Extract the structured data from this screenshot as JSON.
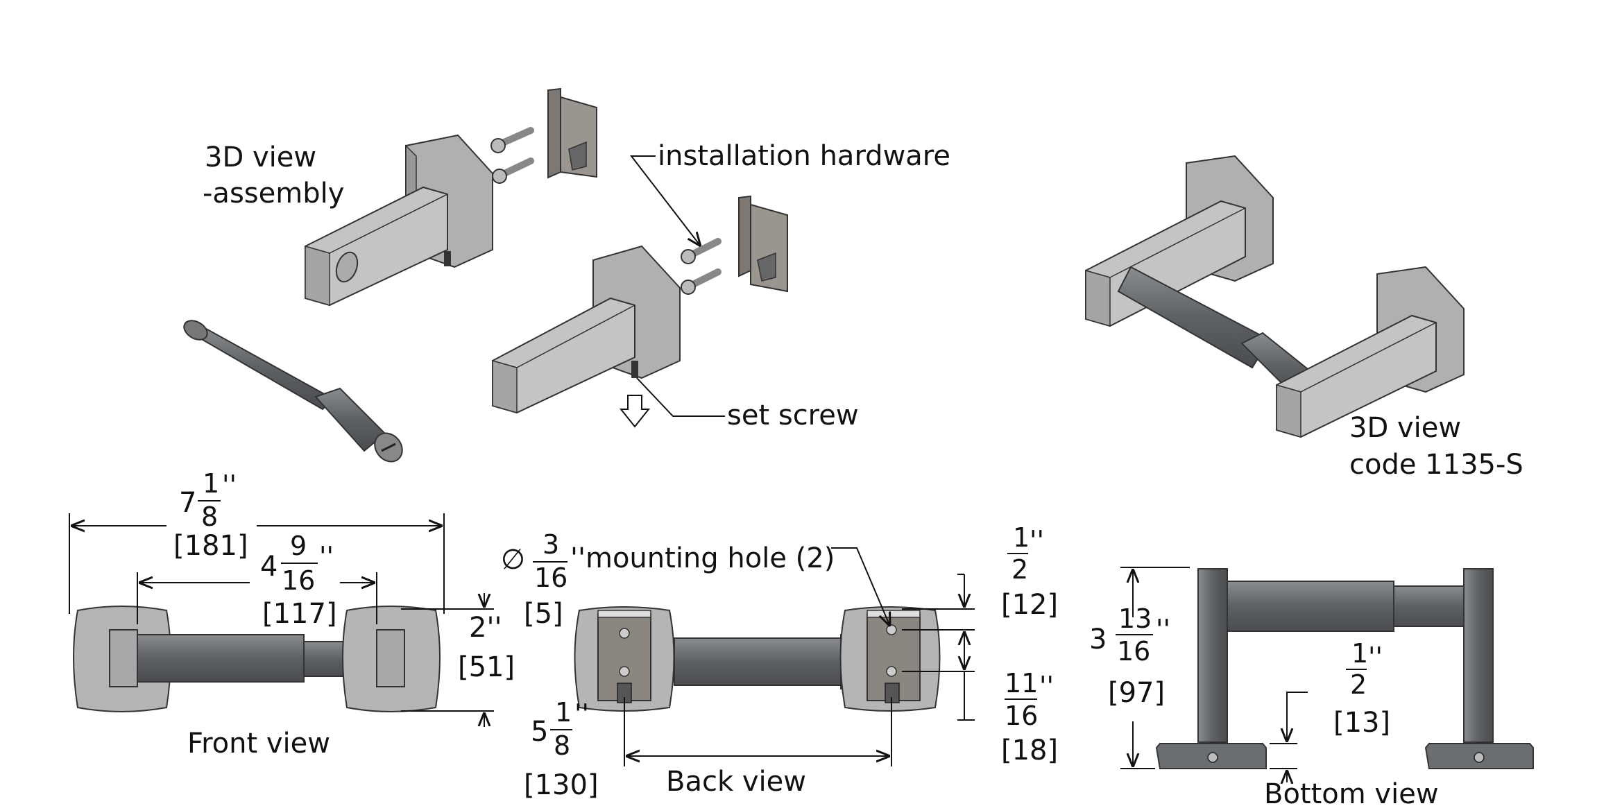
{
  "labels": {
    "assembly": "3D view",
    "assembly_sub": "-assembly",
    "installation_hardware": "installation hardware",
    "set_screw": "set screw",
    "view3d": "3D view",
    "code": "code 1135-S",
    "front_view": "Front view",
    "back_view": "Back view",
    "bottom_view": "Bottom view",
    "mounting_hole": "''mounting hole (2)",
    "diameter_symbol": "∅"
  },
  "dims": {
    "overall_whole": "7",
    "overall_num": "1",
    "overall_den": "8",
    "overall_mm": "[181]",
    "inner_whole": "4",
    "inner_num": "9",
    "inner_den": "16",
    "inner_mm": "[117]",
    "height_in": "2''",
    "height_mm": "[51]",
    "hole_num": "3",
    "hole_den": "16",
    "hole_mm": "[5]",
    "back_whole": "5",
    "back_num": "1",
    "back_den": "8",
    "back_mm": "[130]",
    "top_num": "1",
    "top_den": "2",
    "top_mm": "[12]",
    "spacing_num": "11",
    "spacing_den": "16",
    "spacing_mm": "[18]",
    "depth_whole": "3",
    "depth_num": "13",
    "depth_den": "16",
    "depth_mm": "[97]",
    "base_num": "1",
    "base_den": "2",
    "base_mm": "[13]",
    "inch_mark": "''"
  },
  "colors": {
    "plate": "#b8b8b8",
    "plate_side": "#9a9a9a",
    "rod": "#6e7073",
    "rod_dark": "#55585b",
    "clip": "#8c8680"
  }
}
